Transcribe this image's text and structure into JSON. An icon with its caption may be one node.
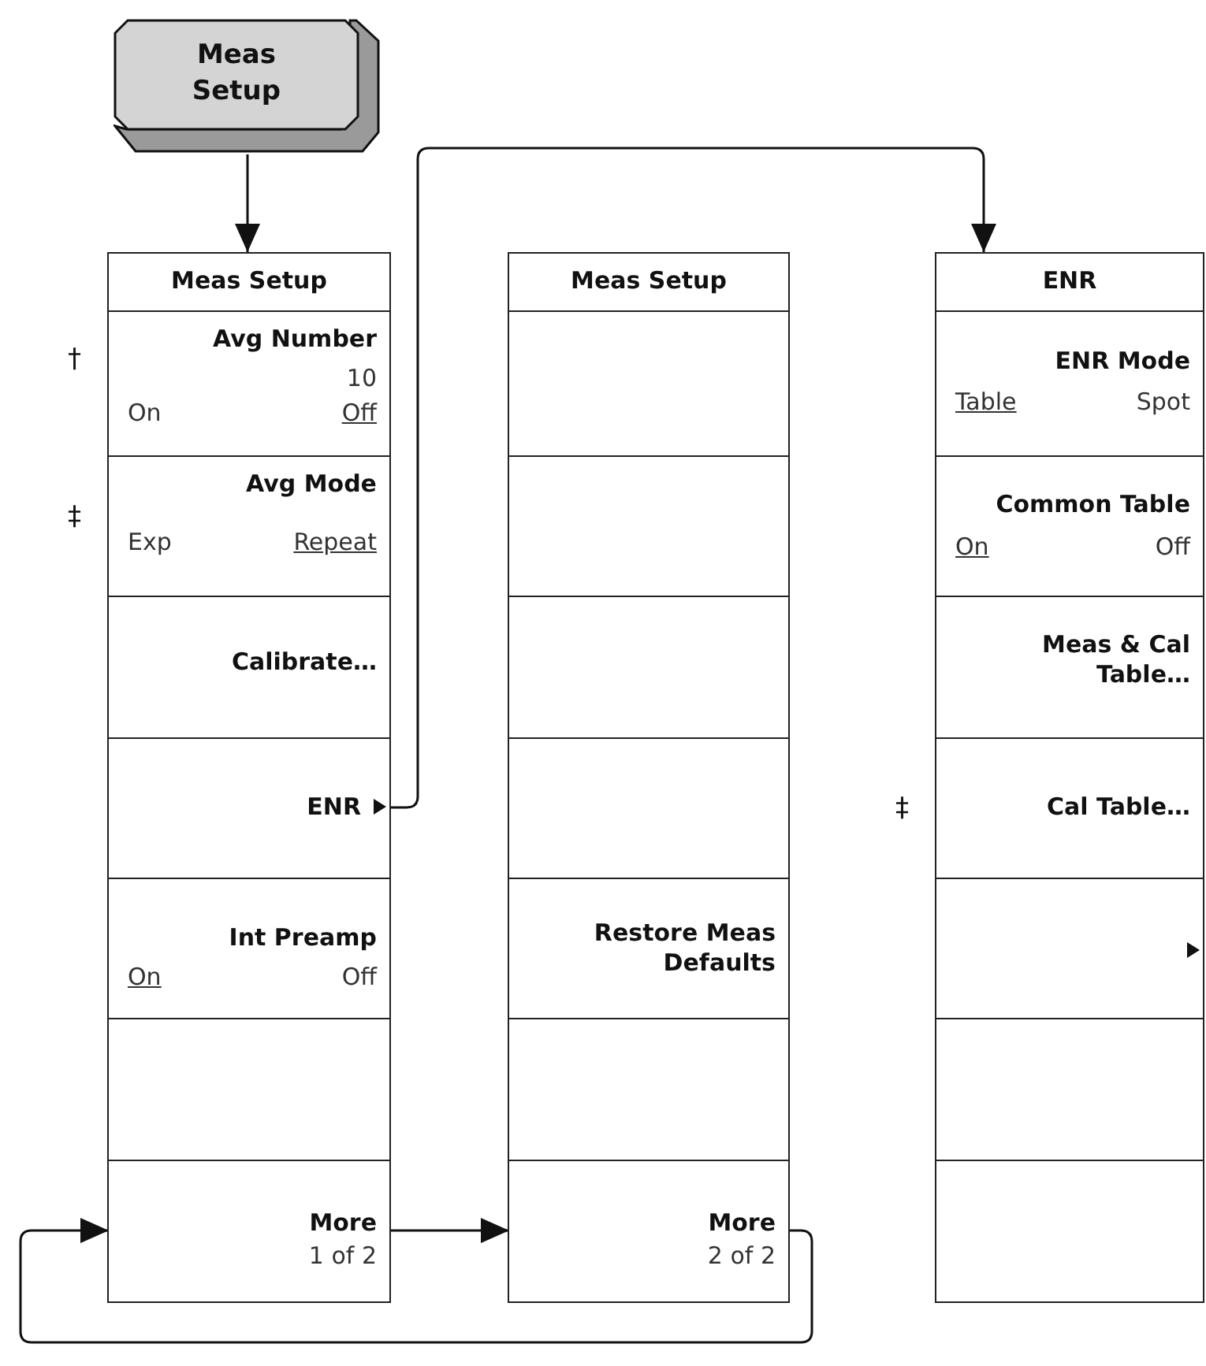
{
  "diagram": {
    "nodes": [
      {
        "text": [
          "Meas Setup"
        ]
      },
      {
        "text": [
          "Meas Setup"
        ]
      },
      {
        "text": [
          "Avg Number",
          "10",
          "On",
          "Off"
        ],
        "in": 1,
        "beside": [
          "†"
        ]
      },
      {
        "text": [
          "Avg Mode",
          "Exp",
          "Repeat"
        ],
        "in": 1,
        "beside": [
          "‡"
        ]
      },
      {
        "text": [
          "Calibrate…"
        ],
        "in": 1
      },
      {
        "text": [
          "ENR"
        ],
        "in": 1
      },
      {
        "text": [
          "Int Preamp",
          "On",
          "Off"
        ],
        "in": 1
      },
      {
        "text": [],
        "shape": "box",
        "in": 1
      },
      {
        "text": [
          "More",
          "1 of 2"
        ],
        "in": 1
      },
      {
        "text": [
          "Meas Setup"
        ]
      },
      {
        "text": [],
        "shape": "box",
        "in": 9
      },
      {
        "text": [],
        "shape": "box",
        "in": 9
      },
      {
        "text": [],
        "shape": "box",
        "in": 9
      },
      {
        "text": [],
        "shape": "box",
        "in": 9
      },
      {
        "text": [
          "Restore Meas Defaults"
        ],
        "in": 9
      },
      {
        "text": [],
        "shape": "box",
        "in": 9
      },
      {
        "text": [
          "More",
          "2 of 2"
        ],
        "in": 9
      },
      {
        "text": [
          "ENR"
        ]
      },
      {
        "text": [
          "ENR Mode",
          "Table",
          "Spot"
        ],
        "in": 17
      },
      {
        "text": [
          "Common Table",
          "On",
          "Off"
        ],
        "in": 17
      },
      {
        "text": [
          "Meas & Cal Table…"
        ],
        "in": 17
      },
      {
        "text": [
          "Cal Table…"
        ],
        "in": 17,
        "beside": [
          "‡"
        ]
      },
      {
        "text": [],
        "shape": "box",
        "in": 17
      },
      {
        "text": [],
        "shape": "box",
        "in": 17
      },
      {
        "text": [],
        "shape": "box",
        "in": 17
      }
    ],
    "edges": [
      {
        "from": 0,
        "to": 1,
        "arrow": "to"
      },
      {
        "from": 5,
        "to": 17,
        "arrow": "to"
      },
      {
        "from": 8,
        "to": 16,
        "arrow": "to"
      },
      {
        "from": 16,
        "to": 8,
        "arrow": "to"
      }
    ]
  }
}
